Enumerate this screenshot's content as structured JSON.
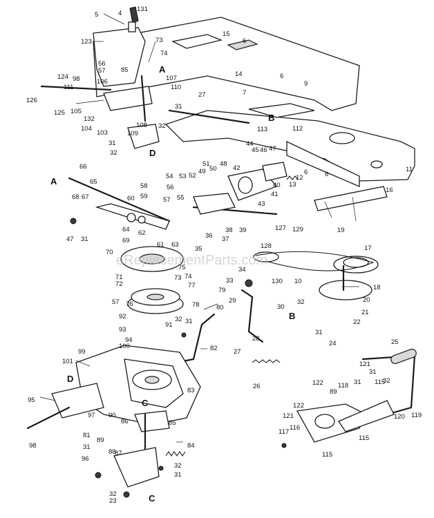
{
  "watermark": "eReplacementParts.com",
  "reference_letters": [
    "A",
    "A",
    "B",
    "B",
    "C",
    "C",
    "D",
    "D"
  ],
  "callouts": [
    "5",
    "4",
    "131",
    "123",
    "73",
    "74",
    "56",
    "57",
    "85",
    "98",
    "124",
    "106",
    "107",
    "110",
    "27",
    "126",
    "111",
    "125",
    "105",
    "132",
    "104",
    "103",
    "108",
    "109",
    "31",
    "32",
    "31",
    "32",
    "15",
    "6",
    "14",
    "6",
    "9",
    "7",
    "B",
    "113",
    "112",
    "11",
    "16",
    "66",
    "65",
    "58",
    "59",
    "60",
    "61",
    "62",
    "63",
    "64",
    "68",
    "67",
    "47",
    "31",
    "69",
    "70",
    "54",
    "53",
    "52",
    "51",
    "50",
    "49",
    "48",
    "55",
    "56",
    "57",
    "44",
    "45",
    "46",
    "47",
    "42",
    "41",
    "40",
    "39",
    "38",
    "37",
    "36",
    "35",
    "34",
    "43",
    "12",
    "13",
    "6",
    "6",
    "127",
    "128",
    "129",
    "19",
    "17",
    "18",
    "20",
    "21",
    "22",
    "130",
    "10",
    "71",
    "72",
    "73",
    "74",
    "75",
    "76",
    "77",
    "78",
    "79",
    "80",
    "57",
    "33",
    "29",
    "92",
    "93",
    "94",
    "91",
    "32",
    "31",
    "30",
    "32",
    "31",
    "24",
    "28",
    "27",
    "26",
    "100",
    "99",
    "101",
    "95",
    "97",
    "98",
    "96",
    "90",
    "86",
    "89",
    "88",
    "87",
    "85",
    "84",
    "83",
    "82",
    "81",
    "31",
    "32",
    "31",
    "32",
    "23",
    "25",
    "122",
    "121",
    "31",
    "115",
    "32",
    "31",
    "120",
    "119",
    "118",
    "89",
    "122",
    "121",
    "117",
    "116",
    "115",
    "115"
  ]
}
